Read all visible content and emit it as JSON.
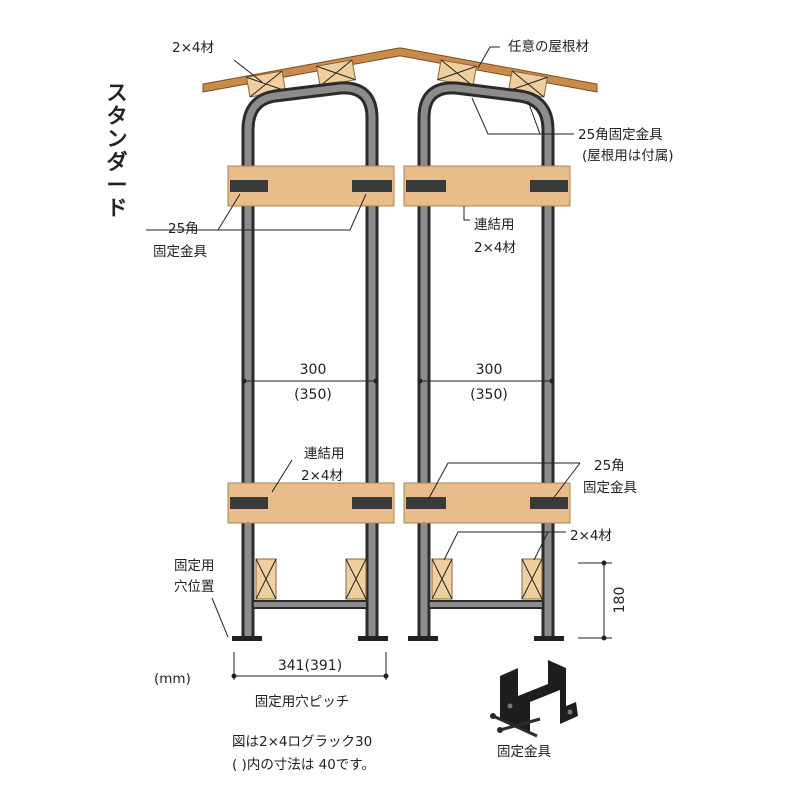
{
  "title": "スタンダード",
  "labels": {
    "roof_2x4": "2×4材",
    "roof_material": "任意の屋根材",
    "roof_bracket_1": "25角固定金具",
    "roof_bracket_2": "(屋根用は付属)",
    "bracket_left_1": "25角",
    "bracket_left_2": "固定金具",
    "connect_top_1": "連結用",
    "connect_top_2": "2×4材",
    "connect_mid_1": "連結用",
    "connect_mid_2": "2×4材",
    "bracket_right_1": "25角",
    "bracket_right_2": "固定金具",
    "lower_2x4": "2×4材",
    "fix_hole_1": "固定用",
    "fix_hole_2": "穴位置",
    "pitch_caption": "固定用穴ピッチ",
    "unit": "(mm)",
    "fixing_bracket": "固定金具",
    "note_1": "図は2×4ログラック30",
    "note_2": "( )内の寸法は 40です。"
  },
  "dimensions": {
    "width_left": "300",
    "width_left_alt": "(350)",
    "width_right": "300",
    "width_right_alt": "(350)",
    "pitch": "341(391)",
    "foot_height": "180"
  },
  "colors": {
    "wood": "#e9bd8a",
    "roof": "#c98b4a",
    "pipe": "#2b2b2b",
    "pipe_inner": "#8c8c8c"
  }
}
